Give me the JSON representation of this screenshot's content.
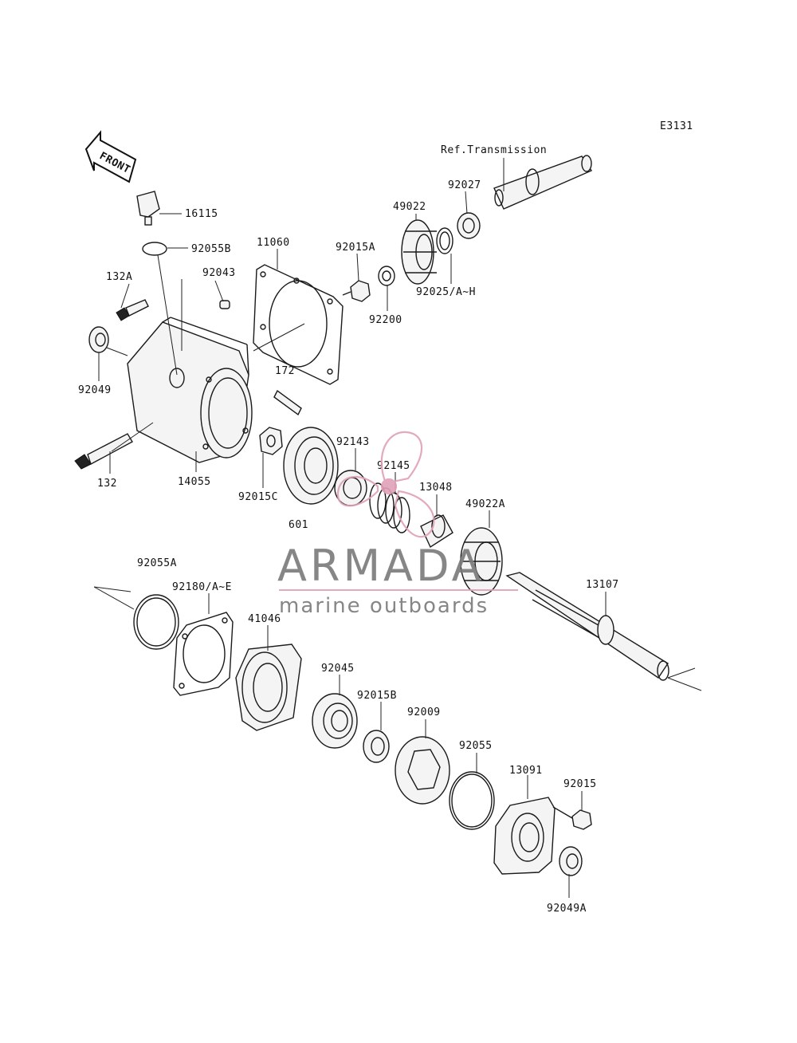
{
  "diagram_code": "E3131",
  "reference": "Ref.Transmission",
  "front_arrow_label": "FRONT",
  "watermark": {
    "brand": "ARMADA",
    "tagline": "marine outboards",
    "accent": "#e0a0b8",
    "text_color": "#7a7a7a"
  },
  "parts": [
    {
      "id": "p16115",
      "label": "16115"
    },
    {
      "id": "p92055B",
      "label": "92055B"
    },
    {
      "id": "p11060",
      "label": "11060"
    },
    {
      "id": "p132A",
      "label": "132A"
    },
    {
      "id": "p92043",
      "label": "92043"
    },
    {
      "id": "p92015A",
      "label": "92015A"
    },
    {
      "id": "p49022",
      "label": "49022"
    },
    {
      "id": "p92027",
      "label": "92027"
    },
    {
      "id": "p92025",
      "label": "92025/A~H"
    },
    {
      "id": "p92200",
      "label": "92200"
    },
    {
      "id": "p172",
      "label": "172"
    },
    {
      "id": "p92049",
      "label": "92049"
    },
    {
      "id": "p132",
      "label": "132"
    },
    {
      "id": "p14055",
      "label": "14055"
    },
    {
      "id": "p92015C",
      "label": "92015C"
    },
    {
      "id": "p601",
      "label": "601"
    },
    {
      "id": "p92143",
      "label": "92143"
    },
    {
      "id": "p92145",
      "label": "92145"
    },
    {
      "id": "p13048",
      "label": "13048"
    },
    {
      "id": "p49022A",
      "label": "49022A"
    },
    {
      "id": "p13107",
      "label": "13107"
    },
    {
      "id": "p92055A",
      "label": "92055A"
    },
    {
      "id": "p92180",
      "label": "92180/A~E"
    },
    {
      "id": "p41046",
      "label": "41046"
    },
    {
      "id": "p92045",
      "label": "92045"
    },
    {
      "id": "p92015B",
      "label": "92015B"
    },
    {
      "id": "p92009",
      "label": "92009"
    },
    {
      "id": "p92055",
      "label": "92055"
    },
    {
      "id": "p13091",
      "label": "13091"
    },
    {
      "id": "p92015",
      "label": "92015"
    },
    {
      "id": "p92049A",
      "label": "92049A"
    }
  ]
}
